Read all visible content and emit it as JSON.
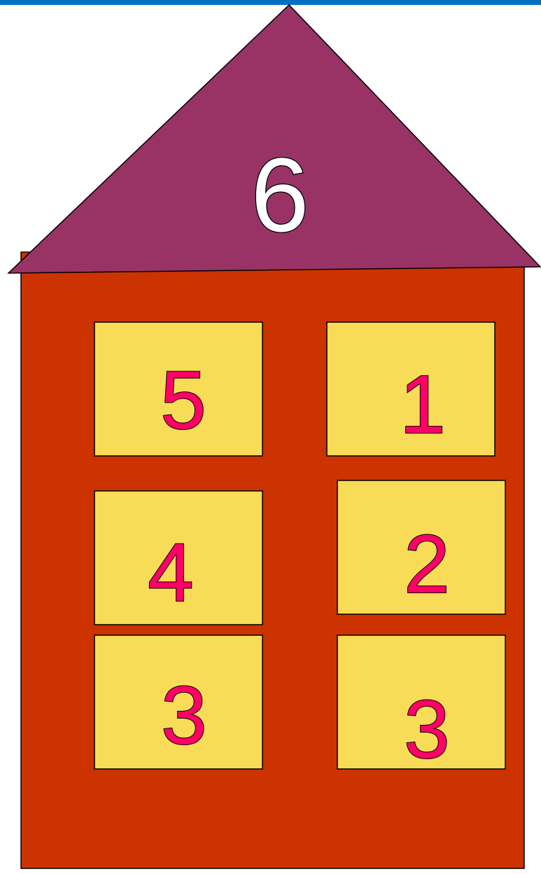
{
  "roof": {
    "number": "6",
    "color": "#993366",
    "text_color": "#ffffff"
  },
  "wall": {
    "color": "#cc3300"
  },
  "window_color": "#f8dc58",
  "window_text_color": "#ff0066",
  "windows": [
    {
      "number": "5"
    },
    {
      "number": "1"
    },
    {
      "number": "4"
    },
    {
      "number": "2"
    },
    {
      "number": "3"
    },
    {
      "number": "3"
    }
  ],
  "accent_bar_color": "#0070c0"
}
